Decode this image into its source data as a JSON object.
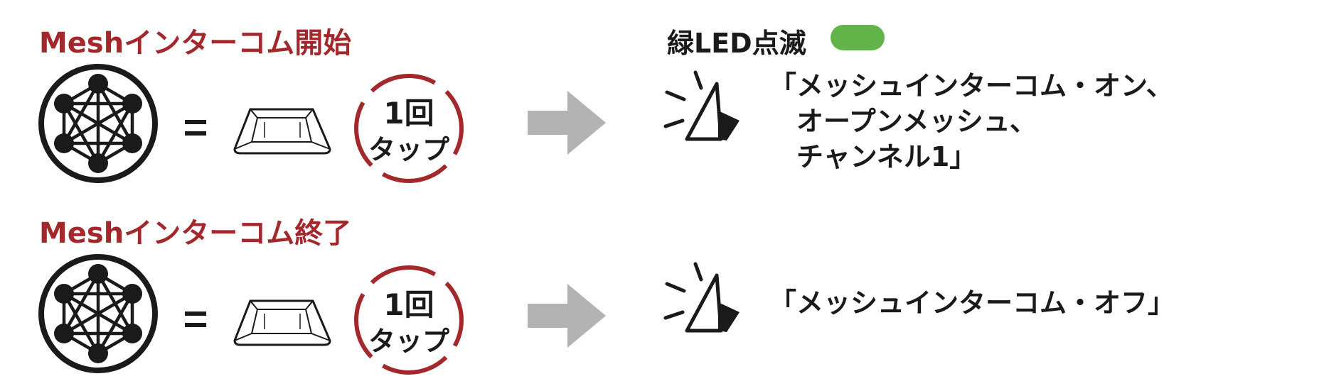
{
  "sections": [
    {
      "title": "Meshインターコム開始",
      "tap_badge": {
        "line1": "1回",
        "line2": "タップ"
      },
      "led": {
        "label": "緑LED点滅",
        "color": "#62b34a"
      },
      "voice_lines": [
        "「メッシュインターコム・オン、",
        "　オープンメッシュ、",
        "　チャンネル1」"
      ]
    },
    {
      "title": "Meshインターコム終了",
      "tap_badge": {
        "line1": "1回",
        "line2": "タップ"
      },
      "voice_lines": [
        "「メッシュインターコム・オフ」"
      ]
    }
  ],
  "colors": {
    "title_red": "#a3282b",
    "badge_ring": "#a3282b",
    "arrow_gray": "#b3b3b3",
    "led_green": "#62b34a",
    "text_dark": "#1a1a1a"
  },
  "icons": [
    "mesh-network-icon",
    "equals-icon",
    "device-button-icon",
    "arrow-right-icon",
    "speaker-icon"
  ]
}
